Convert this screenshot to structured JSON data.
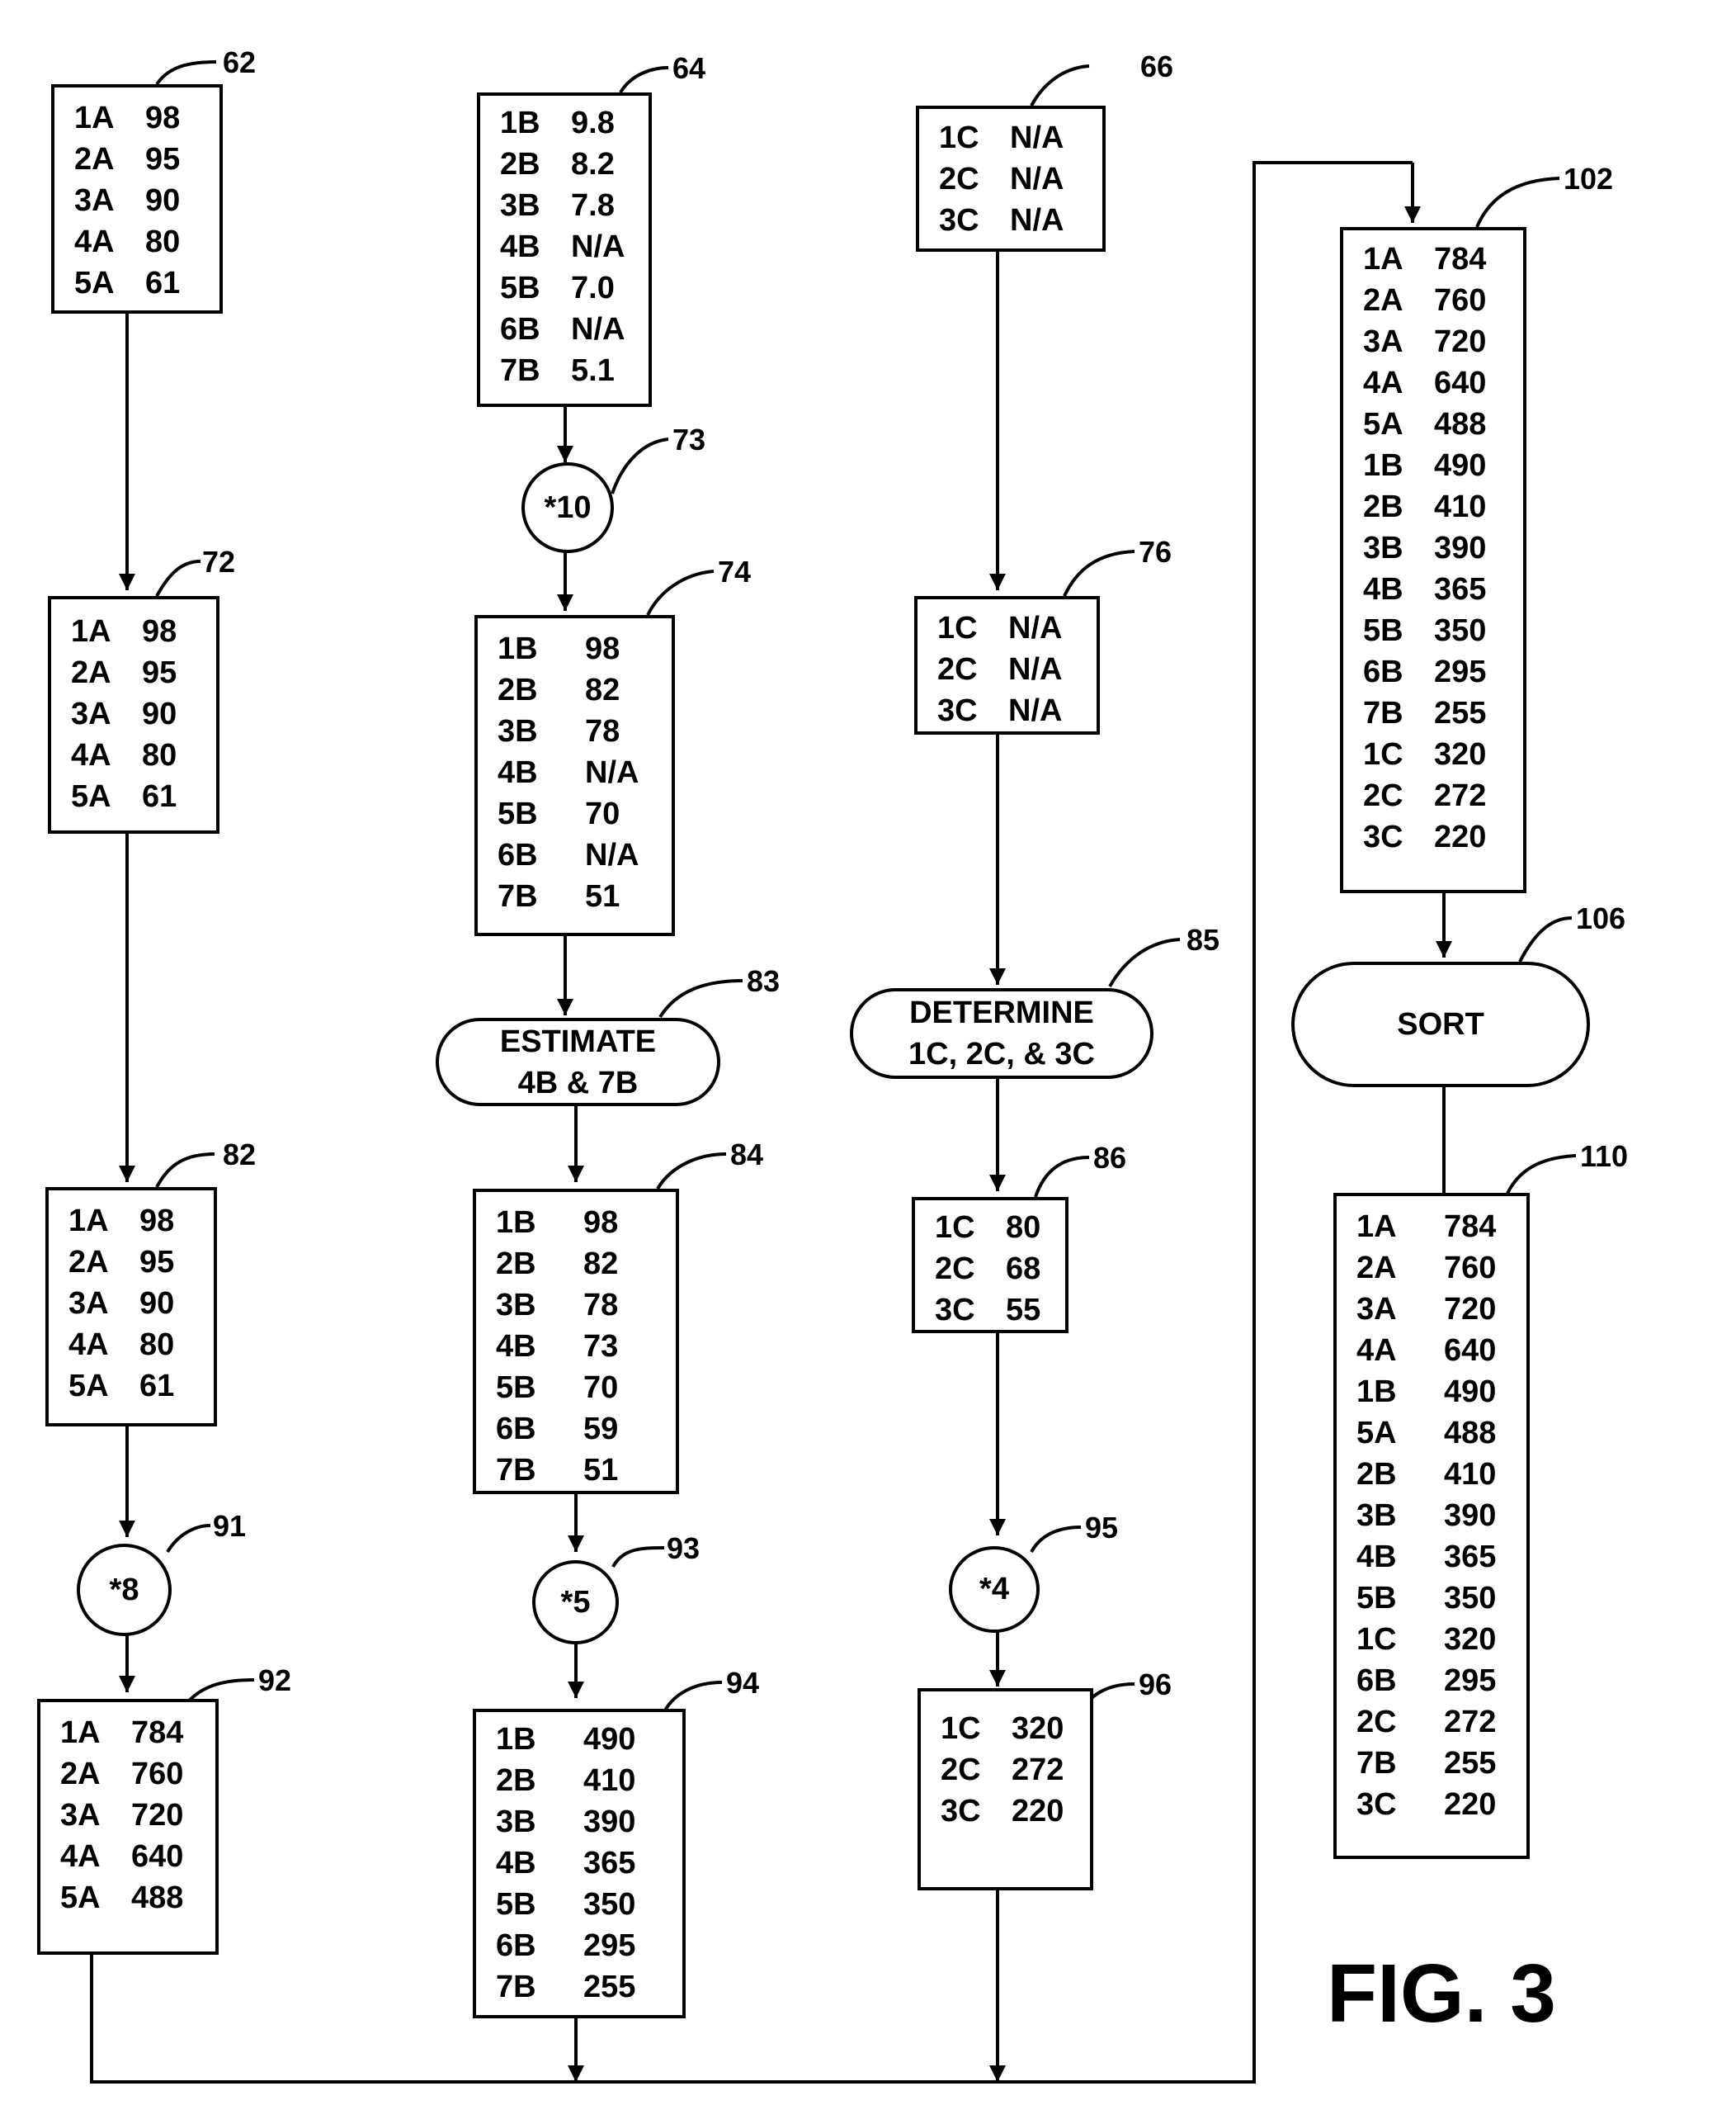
{
  "figure_label": "FIG. 3",
  "tables": {
    "t62": {
      "ref": "62",
      "rows": [
        [
          "1A",
          "98"
        ],
        [
          "2A",
          "95"
        ],
        [
          "3A",
          "90"
        ],
        [
          "4A",
          "80"
        ],
        [
          "5A",
          "61"
        ]
      ]
    },
    "t72": {
      "ref": "72",
      "rows": [
        [
          "1A",
          "98"
        ],
        [
          "2A",
          "95"
        ],
        [
          "3A",
          "90"
        ],
        [
          "4A",
          "80"
        ],
        [
          "5A",
          "61"
        ]
      ]
    },
    "t82": {
      "ref": "82",
      "rows": [
        [
          "1A",
          "98"
        ],
        [
          "2A",
          "95"
        ],
        [
          "3A",
          "90"
        ],
        [
          "4A",
          "80"
        ],
        [
          "5A",
          "61"
        ]
      ]
    },
    "t92": {
      "ref": "92",
      "rows": [
        [
          "1A",
          "784"
        ],
        [
          "2A",
          "760"
        ],
        [
          "3A",
          "720"
        ],
        [
          "4A",
          "640"
        ],
        [
          "5A",
          "488"
        ]
      ]
    },
    "t64": {
      "ref": "64",
      "rows": [
        [
          "1B",
          "9.8"
        ],
        [
          "2B",
          "8.2"
        ],
        [
          "3B",
          "7.8"
        ],
        [
          "4B",
          "N/A"
        ],
        [
          "5B",
          "7.0"
        ],
        [
          "6B",
          "N/A"
        ],
        [
          "7B",
          "5.1"
        ]
      ]
    },
    "t74": {
      "ref": "74",
      "rows": [
        [
          "1B",
          "98"
        ],
        [
          "2B",
          "82"
        ],
        [
          "3B",
          "78"
        ],
        [
          "4B",
          "N/A"
        ],
        [
          "5B",
          "70"
        ],
        [
          "6B",
          "N/A"
        ],
        [
          "7B",
          "51"
        ]
      ]
    },
    "t84": {
      "ref": "84",
      "rows": [
        [
          "1B",
          "98"
        ],
        [
          "2B",
          "82"
        ],
        [
          "3B",
          "78"
        ],
        [
          "4B",
          "73"
        ],
        [
          "5B",
          "70"
        ],
        [
          "6B",
          "59"
        ],
        [
          "7B",
          "51"
        ]
      ]
    },
    "t94": {
      "ref": "94",
      "rows": [
        [
          "1B",
          "490"
        ],
        [
          "2B",
          "410"
        ],
        [
          "3B",
          "390"
        ],
        [
          "4B",
          "365"
        ],
        [
          "5B",
          "350"
        ],
        [
          "6B",
          "295"
        ],
        [
          "7B",
          "255"
        ]
      ]
    },
    "t66": {
      "ref": "66",
      "rows": [
        [
          "1C",
          "N/A"
        ],
        [
          "2C",
          "N/A"
        ],
        [
          "3C",
          "N/A"
        ]
      ]
    },
    "t76": {
      "ref": "76",
      "rows": [
        [
          "1C",
          "N/A"
        ],
        [
          "2C",
          "N/A"
        ],
        [
          "3C",
          "N/A"
        ]
      ]
    },
    "t86": {
      "ref": "86",
      "rows": [
        [
          "1C",
          "80"
        ],
        [
          "2C",
          "68"
        ],
        [
          "3C",
          "55"
        ]
      ]
    },
    "t96": {
      "ref": "96",
      "rows": [
        [
          "1C",
          "320"
        ],
        [
          "2C",
          "272"
        ],
        [
          "3C",
          "220"
        ]
      ]
    },
    "t102": {
      "ref": "102",
      "rows": [
        [
          "1A",
          "784"
        ],
        [
          "2A",
          "760"
        ],
        [
          "3A",
          "720"
        ],
        [
          "4A",
          "640"
        ],
        [
          "5A",
          "488"
        ],
        [
          "1B",
          "490"
        ],
        [
          "2B",
          "410"
        ],
        [
          "3B",
          "390"
        ],
        [
          "4B",
          "365"
        ],
        [
          "5B",
          "350"
        ],
        [
          "6B",
          "295"
        ],
        [
          "7B",
          "255"
        ],
        [
          "1C",
          "320"
        ],
        [
          "2C",
          "272"
        ],
        [
          "3C",
          "220"
        ]
      ]
    },
    "t110": {
      "ref": "110",
      "rows": [
        [
          "1A",
          "784"
        ],
        [
          "2A",
          "760"
        ],
        [
          "3A",
          "720"
        ],
        [
          "4A",
          "640"
        ],
        [
          "1B",
          "490"
        ],
        [
          "5A",
          "488"
        ],
        [
          "2B",
          "410"
        ],
        [
          "3B",
          "390"
        ],
        [
          "4B",
          "365"
        ],
        [
          "5B",
          "350"
        ],
        [
          "1C",
          "320"
        ],
        [
          "6B",
          "295"
        ],
        [
          "2C",
          "272"
        ],
        [
          "7B",
          "255"
        ],
        [
          "3C",
          "220"
        ]
      ]
    }
  },
  "operators": {
    "o73": {
      "ref": "73",
      "label": "*10"
    },
    "o91": {
      "ref": "91",
      "label": "*8"
    },
    "o93": {
      "ref": "93",
      "label": "*5"
    },
    "o95": {
      "ref": "95",
      "label": "*4"
    }
  },
  "processes": {
    "p83": {
      "ref": "83",
      "line1": "ESTIMATE",
      "line2": "4B & 7B"
    },
    "p85": {
      "ref": "85",
      "line1": "DETERMINE",
      "line2": "1C, 2C, & 3C"
    },
    "p106": {
      "ref": "106",
      "line1": "SORT",
      "line2": ""
    }
  }
}
